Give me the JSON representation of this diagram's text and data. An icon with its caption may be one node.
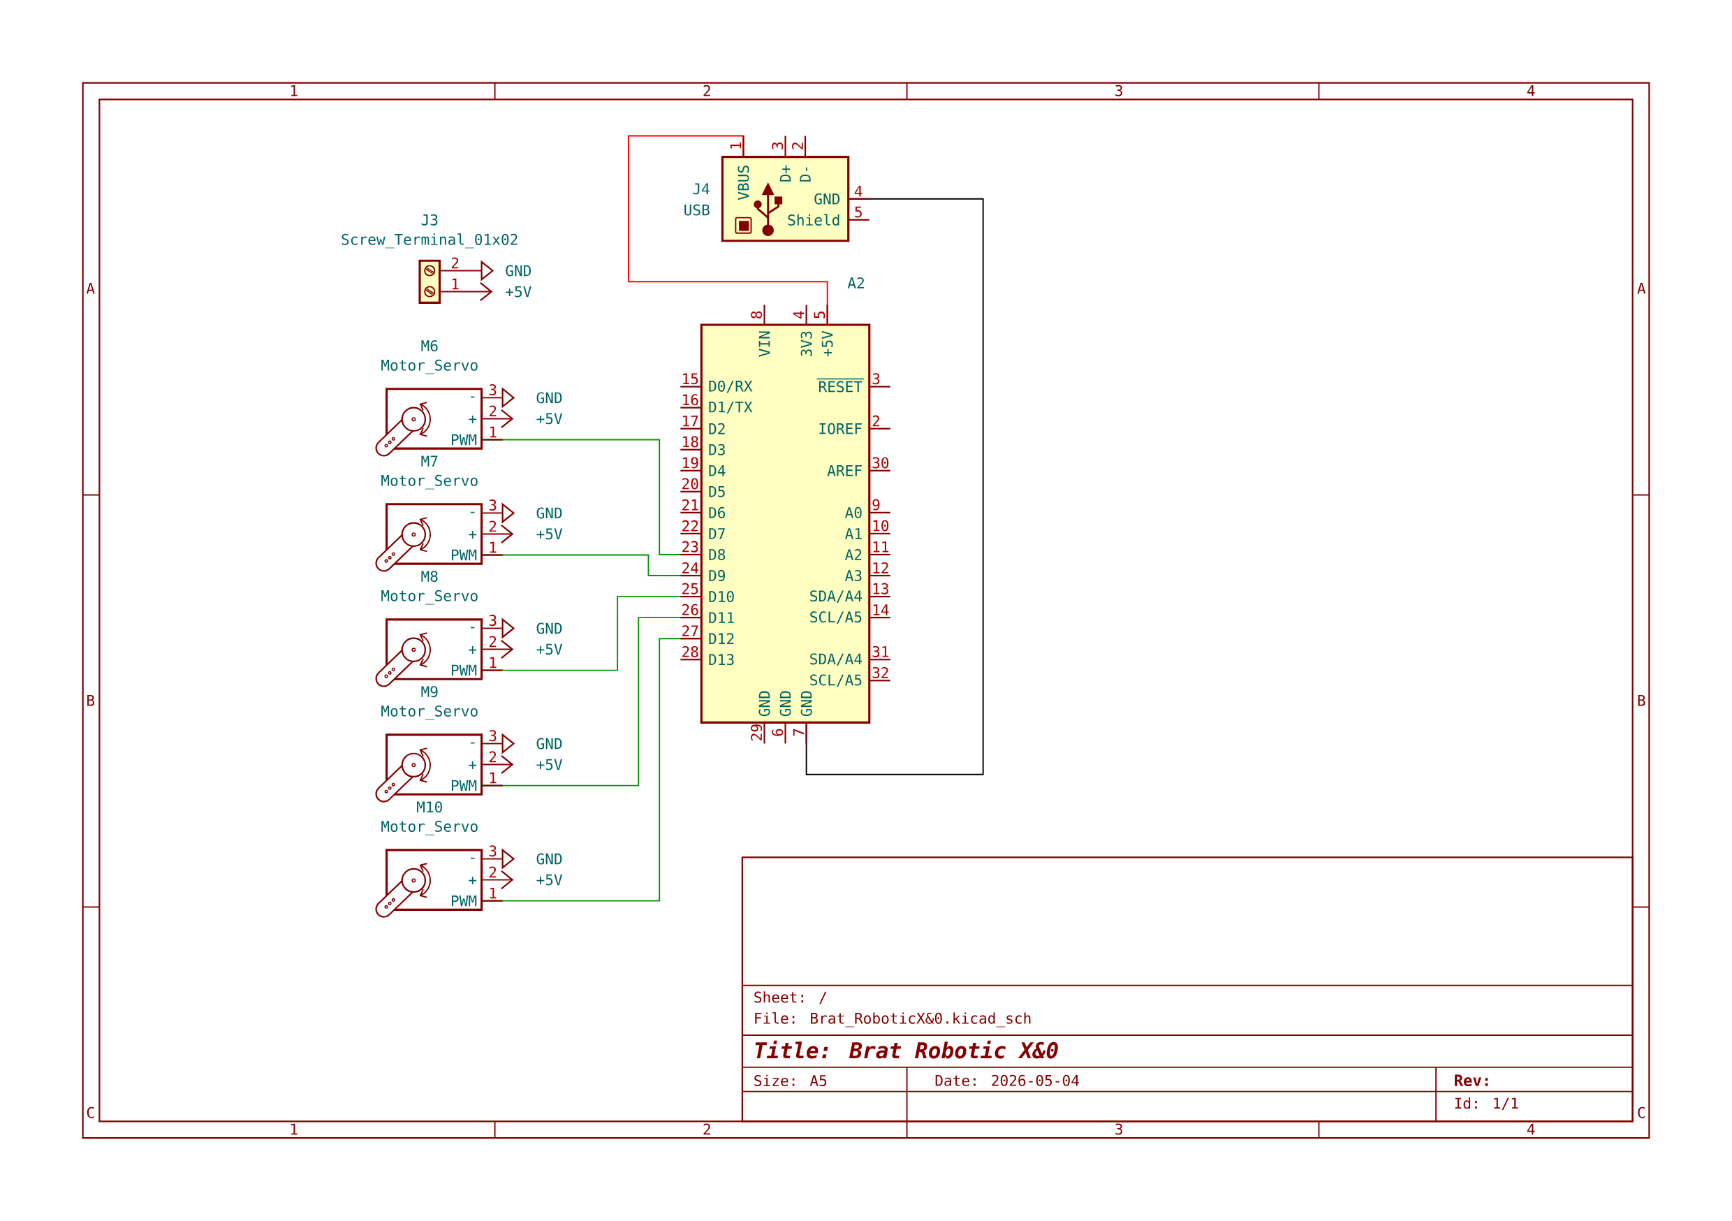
{
  "diagram": {
    "nodes": [
      {
        "text": [
          "J4",
          "USB",
          "VBUS",
          "D+",
          "D-",
          "GND",
          "Shield"
        ],
        "beside": [
          "1",
          "3",
          "2",
          "4",
          "5"
        ]
      },
      {
        "text": [
          "J3",
          "Screw_Terminal_01x02"
        ],
        "beside": [
          "2",
          "1"
        ]
      },
      {
        "text": [
          "GND"
        ]
      },
      {
        "text": [
          "+5V"
        ]
      },
      {
        "text": [
          "A2",
          "VIN",
          "3V3",
          "+5V",
          "D0/RX",
          "D1/TX",
          "D2",
          "D3",
          "D4",
          "D5",
          "D6",
          "D7",
          "D8",
          "D9",
          "D10",
          "D11",
          "D12",
          "D13",
          "RESET",
          "IOREF",
          "AREF",
          "A0",
          "A1",
          "A2",
          "A3",
          "SDA/A4",
          "SCL/A5",
          "SDA/A4",
          "SCL/A5",
          "GND",
          "GND",
          "GND"
        ],
        "beside": [
          "8",
          "4",
          "5",
          "15",
          "16",
          "17",
          "18",
          "19",
          "20",
          "21",
          "22",
          "23",
          "24",
          "25",
          "26",
          "27",
          "28",
          "3",
          "2",
          "30",
          "9",
          "10",
          "11",
          "12",
          "13",
          "14",
          "31",
          "32",
          "29",
          "6",
          "7"
        ]
      },
      {
        "text": [
          "M6",
          "Motor_Servo",
          "-",
          "+",
          "PWM"
        ],
        "beside": [
          "3",
          "2",
          "1"
        ]
      },
      {
        "text": [
          "GND"
        ]
      },
      {
        "text": [
          "+5V"
        ]
      },
      {
        "text": [
          "M7",
          "Motor_Servo",
          "-",
          "+",
          "PWM"
        ],
        "beside": [
          "3",
          "2",
          "1"
        ]
      },
      {
        "text": [
          "GND"
        ]
      },
      {
        "text": [
          "+5V"
        ]
      },
      {
        "text": [
          "M8",
          "Motor_Servo",
          "-",
          "+",
          "PWM"
        ],
        "beside": [
          "3",
          "2",
          "1"
        ]
      },
      {
        "text": [
          "GND"
        ]
      },
      {
        "text": [
          "+5V"
        ]
      },
      {
        "text": [
          "M9",
          "Motor_Servo",
          "-",
          "+",
          "PWM"
        ],
        "beside": [
          "3",
          "2",
          "1"
        ]
      },
      {
        "text": [
          "GND"
        ]
      },
      {
        "text": [
          "+5V"
        ]
      },
      {
        "text": [
          "M10",
          "Motor_Servo",
          "-",
          "+",
          "PWM"
        ],
        "beside": [
          "3",
          "2",
          "1"
        ]
      },
      {
        "text": [
          "GND"
        ]
      },
      {
        "text": [
          "+5V"
        ]
      }
    ],
    "edges": [
      {
        "from": 1,
        "to": 2,
        "arrow": "none"
      },
      {
        "from": 1,
        "to": 3,
        "arrow": "to"
      },
      {
        "from": 5,
        "to": 6,
        "arrow": "none"
      },
      {
        "from": 5,
        "to": 7,
        "arrow": "to"
      },
      {
        "from": 8,
        "to": 9,
        "arrow": "none"
      },
      {
        "from": 8,
        "to": 10,
        "arrow": "to"
      },
      {
        "from": 11,
        "to": 12,
        "arrow": "none"
      },
      {
        "from": 11,
        "to": 13,
        "arrow": "to"
      },
      {
        "from": 14,
        "to": 15,
        "arrow": "none"
      },
      {
        "from": 14,
        "to": 16,
        "arrow": "to"
      },
      {
        "from": 17,
        "to": 18,
        "arrow": "none"
      },
      {
        "from": 17,
        "to": 19,
        "arrow": "to"
      },
      {
        "from": 5,
        "to": 4,
        "arrow": "none",
        "color": "#009600"
      },
      {
        "from": 8,
        "to": 4,
        "arrow": "none",
        "color": "#009600"
      },
      {
        "from": 11,
        "to": 4,
        "arrow": "none",
        "color": "#009600"
      },
      {
        "from": 14,
        "to": 4,
        "arrow": "none",
        "color": "#009600"
      },
      {
        "from": 17,
        "to": 4,
        "arrow": "none",
        "color": "#009600"
      },
      {
        "from": 0,
        "to": 4,
        "arrow": "none",
        "color": "#ff0000"
      },
      {
        "from": 0,
        "to": 4,
        "arrow": "none",
        "color": "#000000"
      }
    ],
    "labels": [
      "1",
      "2",
      "3",
      "4",
      "A",
      "A",
      "B",
      "B",
      "C",
      "C",
      "1",
      "2",
      "3",
      "4",
      "Sheet: /",
      "File: Brat_RoboticX&0.kicad_sch",
      "Title: Brat Robotic X&0",
      "Size: A5",
      "Date: 2026-05-04",
      "Rev:",
      "Id: 1/1"
    ]
  }
}
